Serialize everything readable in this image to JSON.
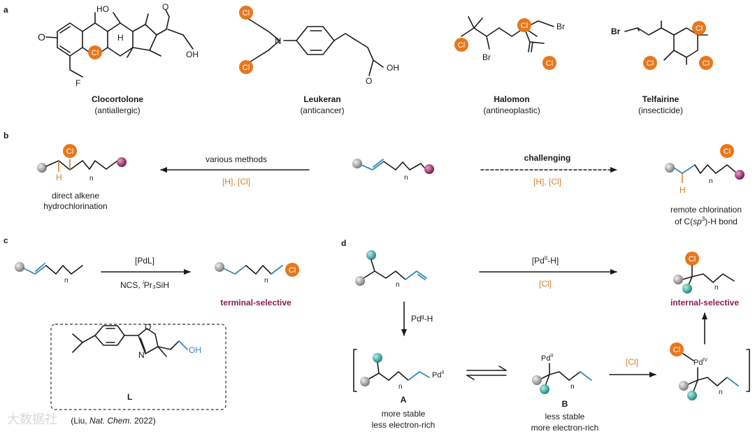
{
  "panels": {
    "a": "a",
    "b": "b",
    "c": "c",
    "d": "d"
  },
  "atoms": {
    "cl": "Cl",
    "br": "Br",
    "f": "F",
    "o": "O",
    "ho": "HO",
    "oh": "OH",
    "h": "H",
    "n": "N",
    "nsub": "n",
    "pd": "Pd",
    "pd_ox_ii": "II",
    "pd_ox_iv": "IV"
  },
  "section_a": {
    "compounds": [
      {
        "name": "Clocortolone",
        "activity": "(antiallergic)"
      },
      {
        "name": "Leukeran",
        "activity": "(anticancer)"
      },
      {
        "name": "Halomon",
        "activity": "(antineoplastic)"
      },
      {
        "name": "Telfairine",
        "activity": "(insecticide)"
      }
    ]
  },
  "section_b": {
    "left_arrow_top": "various methods",
    "left_arrow_bottom": "[H], [Cl]",
    "right_arrow_top": "challenging",
    "right_arrow_bottom": "[H], [Cl]",
    "left_caption_1": "direct alkene",
    "left_caption_2": "hydrochlorination",
    "right_caption_1": "remote chlorination",
    "right_caption_2_pre": "of C(",
    "right_caption_2_sp": "sp",
    "right_caption_2_sup": "3",
    "right_caption_2_post": ")-H bond"
  },
  "section_c": {
    "arrow_top": "[PdL]",
    "arrow_bottom_pre": "NCS, ",
    "arrow_bottom_i": "i",
    "arrow_bottom_post": "Pr₃SiH",
    "product_label": "terminal-selective",
    "ligand_label": "L",
    "citation_pre": "(Liu, ",
    "citation_journal": "Nat. Chem.",
    "citation_post": " 2022)"
  },
  "section_d": {
    "top_arrow_top_pre": "[Pd",
    "top_arrow_top_sup": "II",
    "top_arrow_top_post": "-H]",
    "top_arrow_bottom": "[Cl]",
    "product_label": "internal-selective",
    "down_arrow_label": "Pdᴵᴵ-H",
    "intermediate_a_label": "A",
    "intermediate_a_desc_1": "more stable",
    "intermediate_a_desc_2": "less electron-rich",
    "intermediate_b_label": "B",
    "intermediate_b_desc_1": "less stable",
    "intermediate_b_desc_2": "more electron-rich",
    "b_to_pd4_label": "[Cl]"
  },
  "watermark": "大数据社",
  "colors": {
    "chlorine_orange": "#e8771c",
    "text_orange": "#d7802a",
    "label_purple": "#8a1c52",
    "bond_blue": "#3a86b8",
    "sphere_gray": "#a9a9a9",
    "sphere_magenta": "#a3326d",
    "sphere_teal": "#3fb1a8"
  }
}
